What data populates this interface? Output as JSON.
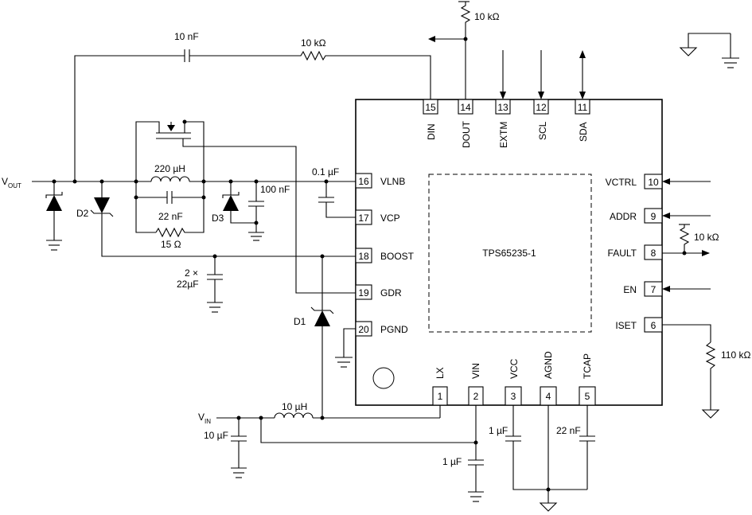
{
  "ic": {
    "name": "TPS65235-1",
    "pins": {
      "p1": {
        "num": "1",
        "name": "LX"
      },
      "p2": {
        "num": "2",
        "name": "VIN"
      },
      "p3": {
        "num": "3",
        "name": "VCC"
      },
      "p4": {
        "num": "4",
        "name": "AGND"
      },
      "p5": {
        "num": "5",
        "name": "TCAP"
      },
      "p6": {
        "num": "6",
        "name": "ISET"
      },
      "p7": {
        "num": "7",
        "name": "EN"
      },
      "p8": {
        "num": "8",
        "name": "FAULT"
      },
      "p9": {
        "num": "9",
        "name": "ADDR"
      },
      "p10": {
        "num": "10",
        "name": "VCTRL"
      },
      "p11": {
        "num": "11",
        "name": "SDA"
      },
      "p12": {
        "num": "12",
        "name": "SCL"
      },
      "p13": {
        "num": "13",
        "name": "EXTM"
      },
      "p14": {
        "num": "14",
        "name": "DOUT"
      },
      "p15": {
        "num": "15",
        "name": "DIN"
      },
      "p16": {
        "num": "16",
        "name": "VLNB"
      },
      "p17": {
        "num": "17",
        "name": "VCP"
      },
      "p18": {
        "num": "18",
        "name": "BOOST"
      },
      "p19": {
        "num": "19",
        "name": "GDR"
      },
      "p20": {
        "num": "20",
        "name": "PGND"
      }
    }
  },
  "components": {
    "c_din": "10 nF",
    "r_din": "10 kΩ",
    "r_dout_pullup": "10 kΩ",
    "l_out": "220 µH",
    "c_parallel": "22 nF",
    "r_parallel": "15 Ω",
    "c_vlnb": "100 nF",
    "c_vcp": "0.1 µF",
    "c_boost_a": "2 ×",
    "c_boost_b": "22µF",
    "c_vin": "10 µF",
    "l_in": "10 µH",
    "c_vin_pin": "1 µF",
    "c_vcc": "1 µF",
    "c_tcap": "22 nF",
    "r_fault": "10 kΩ",
    "r_iset": "110 kΩ"
  },
  "diodes": {
    "d1": "D1",
    "d2": "D2",
    "d3": "D3"
  },
  "nets": {
    "vout_main": "V",
    "vout_sub": "OUT",
    "vin_main": "V",
    "vin_sub": "IN"
  }
}
